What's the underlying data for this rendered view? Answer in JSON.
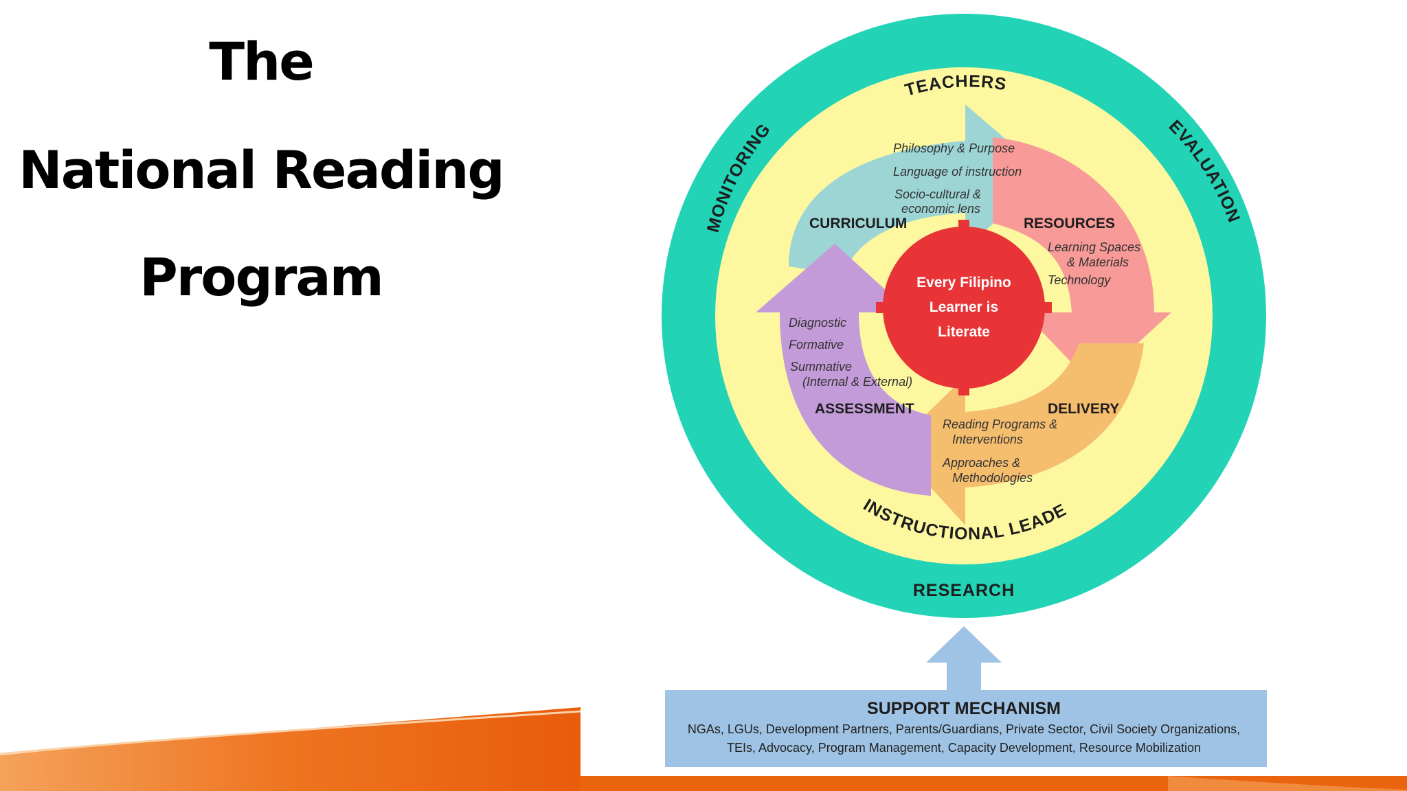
{
  "title": {
    "line1": "The",
    "line2": "National Reading",
    "line3": "Program"
  },
  "diagram": {
    "outer_ring": {
      "monitoring": "MONITORING",
      "evaluation": "EVALUATION",
      "research": "RESEARCH"
    },
    "middle_ring": {
      "teachers": "TEACHERS",
      "instructional_leaders": "INSTRUCTIONAL LEADERS"
    },
    "center": {
      "line1": "Every Filipino",
      "line2": "Learner is",
      "line3": "Literate"
    },
    "curriculum": {
      "label": "CURRICULUM",
      "items": [
        "Philosophy & Purpose",
        "Language of instruction",
        "Socio-cultural &",
        "economic lens"
      ]
    },
    "resources": {
      "label": "RESOURCES",
      "items": [
        "Learning Spaces",
        "& Materials",
        "Technology"
      ]
    },
    "assessment": {
      "label": "ASSESSMENT",
      "items": [
        "Diagnostic",
        "Formative",
        "Summative",
        "(Internal & External)"
      ]
    },
    "delivery": {
      "label": "DELIVERY",
      "items": [
        "Reading Programs &",
        "Interventions",
        "Approaches &",
        "Methodologies"
      ]
    },
    "support": {
      "title": "SUPPORT MECHANISM",
      "line1": "NGAs, LGUs, Development Partners, Parents/Guardians, Private Sector, Civil Society Organizations,",
      "line2": "TEIs, Advocacy, Program Management, Capacity Development, Resource Mobilization"
    }
  },
  "colors": {
    "outer_ring": "#22d3b6",
    "middle_ring": "#fdf8a0",
    "curriculum": "#9dd5d4",
    "resources": "#f79a98",
    "assessment": "#c39bd8",
    "delivery": "#f5bd6e",
    "center": "#e83436",
    "support": "#9fc3e4",
    "accent_orange": "#f06a14"
  }
}
